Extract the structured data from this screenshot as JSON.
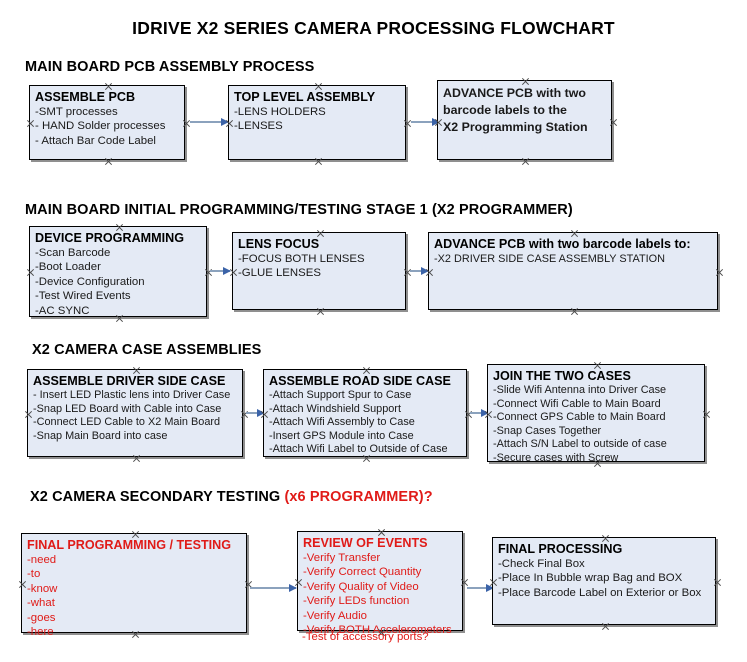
{
  "document": {
    "title": "IDRIVE X2  SERIES CAMERA PROCESSING FLOWCHART"
  },
  "colors": {
    "box_fill": "#e4eaf5",
    "box_border": "#000000",
    "box_shadow": "#8f8f8f",
    "accent_red": "#e01b18",
    "arrow_line": "#8ba2bd",
    "arrow_head": "#3b63a8",
    "text": "#000000"
  },
  "sections": [
    {
      "heading": "MAIN BOARD PCB ASSEMBLY PROCESS",
      "heading_accent": "",
      "nodes": [
        {
          "title": "ASSEMBLE PCB",
          "lines": [
            "-SMT processes",
            "- HAND Solder processes",
            "- Attach Bar Code Label"
          ]
        },
        {
          "title": "TOP LEVEL ASSEMBLY",
          "lines": [
            "-LENS HOLDERS",
            "-LENSES"
          ]
        },
        {
          "title": "ADVANCE PCB with two",
          "lines": [
            "barcode labels to the",
            " X2 Programming Station"
          ]
        }
      ]
    },
    {
      "heading": "MAIN BOARD INITIAL PROGRAMMING/TESTING STAGE 1 (X2 PROGRAMMER)",
      "heading_accent": "",
      "nodes": [
        {
          "title": "DEVICE PROGRAMMING",
          "lines": [
            "-Scan Barcode",
            "-Boot Loader",
            "-Device Configuration",
            "-Test Wired Events",
            "-AC SYNC"
          ]
        },
        {
          "title": "LENS FOCUS",
          "lines": [
            "-FOCUS BOTH LENSES",
            "-GLUE LENSES"
          ]
        },
        {
          "title": "ADVANCE PCB with two barcode labels to:",
          "lines": [
            "-X2 DRIVER  SIDE  CASE  ASSEMBLY STATION"
          ]
        }
      ]
    },
    {
      "heading": "X2 CAMERA CASE ASSEMBLIES",
      "heading_accent": "",
      "nodes": [
        {
          "title": "ASSEMBLE DRIVER SIDE CASE",
          "lines": [
            "- Insert LED Plastic lens into Driver Case",
            "-Snap LED Board with Cable into Case",
            "-Connect LED Cable to X2 Main Board",
            "-Snap Main Board into case"
          ]
        },
        {
          "title": "ASSEMBLE ROAD SIDE CASE",
          "lines": [
            "-Attach Support Spur to Case",
            "-Attach Windshield Support",
            "-Attach Wifi Assembly to Case",
            "-Insert GPS Module into Case",
            "-Attach Wifi Label to Outside of Case"
          ]
        },
        {
          "title": "JOIN THE TWO CASES",
          "lines": [
            "-Slide Wifi Antenna into Driver Case",
            "-Connect Wifi Cable to Main Board",
            "-Connect GPS Cable to Main Board",
            "-Snap Cases Together",
            "-Attach S/N Label to outside of case",
            "-Secure cases with Screw"
          ]
        }
      ]
    },
    {
      "heading": "X2 CAMERA SECONDARY TESTING ",
      "heading_accent": "(x6 PROGRAMMER)?",
      "nodes": [
        {
          "title": "FINAL PROGRAMMING / TESTING",
          "lines": [
            "-need",
            "-to",
            "-know",
            "-what",
            "-goes",
            "-here"
          ]
        },
        {
          "title": "REVIEW OF EVENTS",
          "lines": [
            "-Verify Transfer",
            "-Verify Correct Quantity",
            "-Verify Quality of Video",
            "-Verify LEDs function",
            "-Verify Audio",
            "-Verify BOTH Accelerometers"
          ],
          "overflow": "-Test of accessory ports?"
        },
        {
          "title": "FINAL PROCESSING",
          "lines": [
            " -Check Final Box",
            "-Place In Bubble wrap Bag and BOX",
            "-Place Barcode Label on Exterior or Box"
          ]
        }
      ]
    }
  ]
}
